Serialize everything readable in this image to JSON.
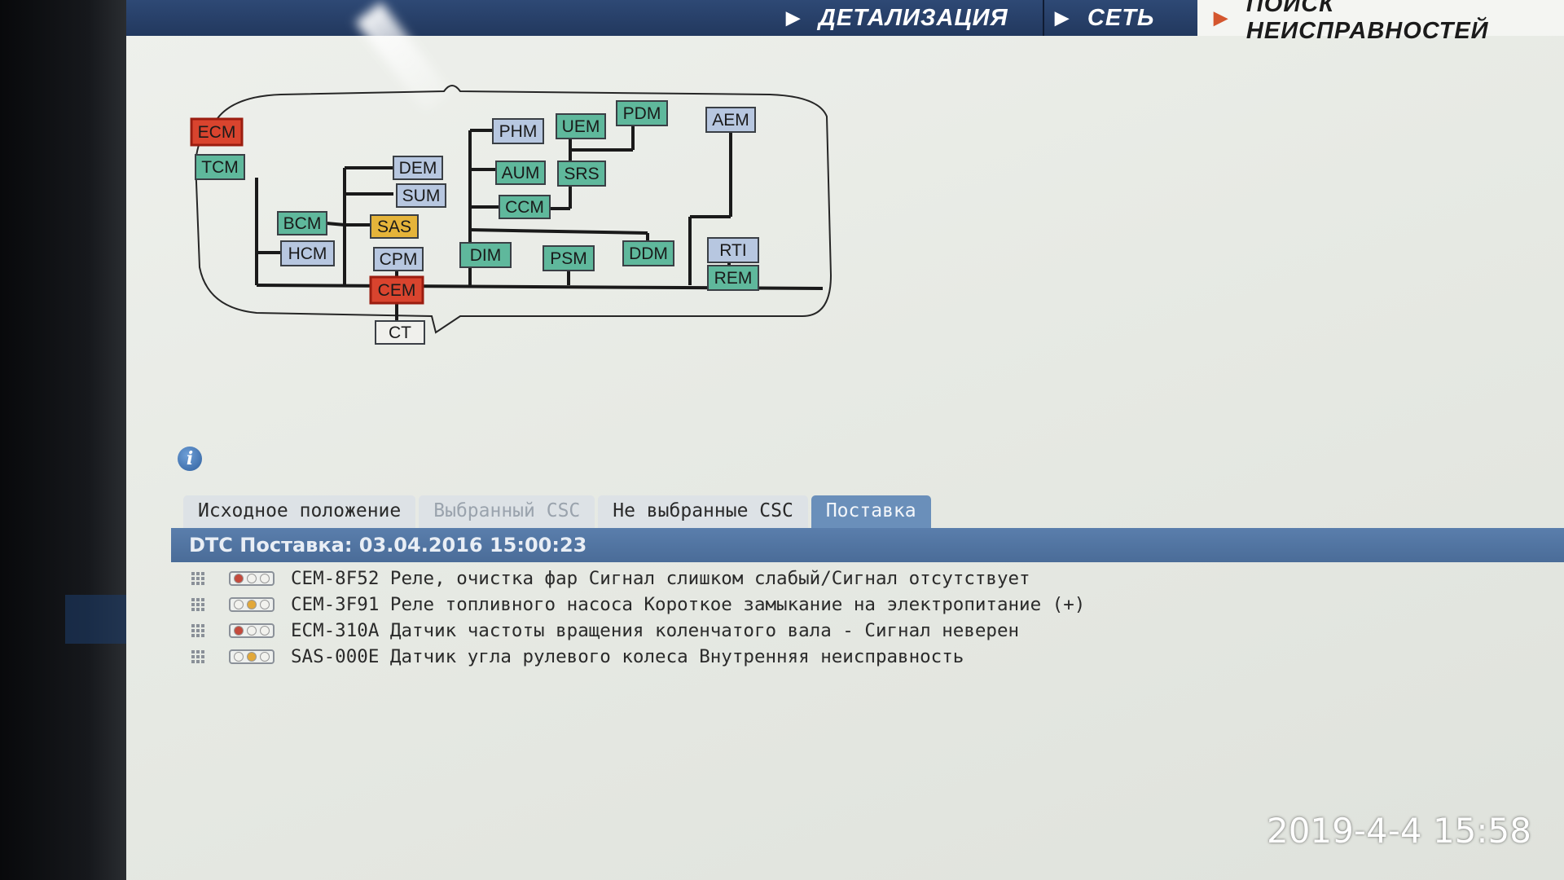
{
  "nav": {
    "items": [
      {
        "label": "ДЕТАЛИЗАЦИЯ",
        "active": false
      },
      {
        "label": "СЕТЬ",
        "active": false
      },
      {
        "label": "ПОИСК НЕИСПРАВНОСТЕЙ",
        "active": true
      }
    ]
  },
  "network": {
    "nodes": [
      {
        "id": "ECM",
        "status": "fault"
      },
      {
        "id": "TCM",
        "status": "ok"
      },
      {
        "id": "BCM",
        "status": "ok"
      },
      {
        "id": "HCM",
        "status": "none"
      },
      {
        "id": "DEM",
        "status": "none"
      },
      {
        "id": "SUM",
        "status": "none"
      },
      {
        "id": "SAS",
        "status": "warning"
      },
      {
        "id": "CPM",
        "status": "none"
      },
      {
        "id": "CEM",
        "status": "fault"
      },
      {
        "id": "CT",
        "status": "plain"
      },
      {
        "id": "PHM",
        "status": "none"
      },
      {
        "id": "AUM",
        "status": "ok"
      },
      {
        "id": "CCM",
        "status": "ok"
      },
      {
        "id": "UEM",
        "status": "ok"
      },
      {
        "id": "SRS",
        "status": "ok"
      },
      {
        "id": "PDM",
        "status": "ok"
      },
      {
        "id": "DIM",
        "status": "ok"
      },
      {
        "id": "PSM",
        "status": "ok"
      },
      {
        "id": "DDM",
        "status": "ok"
      },
      {
        "id": "AEM",
        "status": "none"
      },
      {
        "id": "RTI",
        "status": "none"
      },
      {
        "id": "REM",
        "status": "ok"
      }
    ],
    "colors": {
      "fault": "#d9442e",
      "ok": "#5fb89c",
      "none": "#b7c7e0",
      "warning": "#e5b43a",
      "plain": "#f0f0ec"
    }
  },
  "info_icon": "info-icon",
  "tabs": [
    {
      "label": "Исходное положение",
      "state": "normal"
    },
    {
      "label": "Выбранный CSC",
      "state": "dim"
    },
    {
      "label": "Не выбранные CSC",
      "state": "normal"
    },
    {
      "label": "Поставка",
      "state": "active"
    }
  ],
  "dtc_header": "DTC Поставка: 03.04.2016 15:00:23",
  "dtc_list": [
    {
      "text": "CEM-8F52 Реле, очистка фар Сигнал слишком слабый/Сигнал отсутствует",
      "lights": [
        "#c44a3c",
        "#f2f2ee",
        "#f2f2ee"
      ]
    },
    {
      "text": "CEM-3F91 Реле топливного насоса Короткое замыкание на электропитание (+)",
      "lights": [
        "#f2f2ee",
        "#e2a83a",
        "#f2f2ee"
      ]
    },
    {
      "text": "ECM-310A Датчик частоты вращения коленчатого вала - Сигнал неверен",
      "lights": [
        "#c44a3c",
        "#f2f2ee",
        "#f2f2ee"
      ]
    },
    {
      "text": "SAS-000E Датчик угла рулевого колеса Внутренняя неисправность",
      "lights": [
        "#f2f2ee",
        "#e2a83a",
        "#f2f2ee"
      ]
    }
  ],
  "photo_timestamp": "2019-4-4 15:58"
}
